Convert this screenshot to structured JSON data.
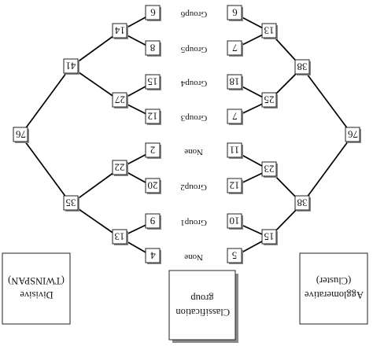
{
  "divisive": {
    "root": "76",
    "level1": [
      "41",
      "35"
    ],
    "level2": [
      "14",
      "27",
      "22",
      "13"
    ],
    "leaves": [
      "6",
      "8",
      "15",
      "12",
      "2",
      "20",
      "9",
      "4"
    ]
  },
  "groups": [
    "Group6",
    "Group5",
    "Group4",
    "Group3",
    "None",
    "Group2",
    "Group1",
    "None"
  ],
  "agglomerative": {
    "leaves": [
      "6",
      "7",
      "18",
      "7",
      "11",
      "12",
      "10",
      "5"
    ],
    "pairs": [
      "13",
      "25",
      "23",
      "15"
    ],
    "mids": [
      "38",
      "38"
    ],
    "root": "76"
  },
  "captions": {
    "left": [
      "Divisive",
      "(TWINSPAN)"
    ],
    "center": [
      "Classification",
      "group"
    ],
    "right": [
      "Agglomerative",
      "(Cluster)"
    ]
  }
}
